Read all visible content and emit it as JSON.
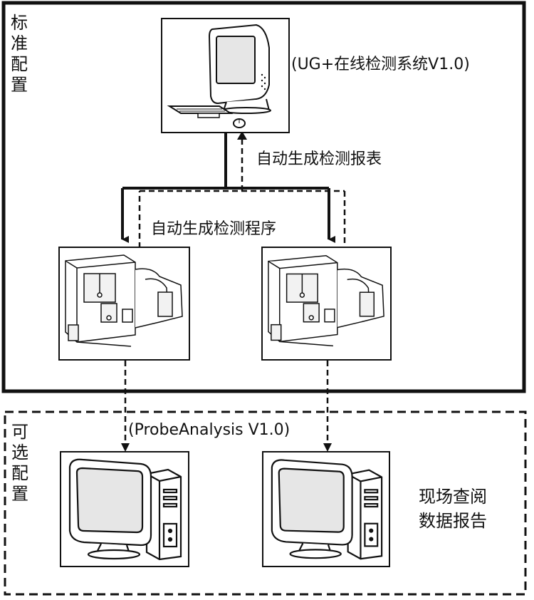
{
  "standard": {
    "label_chars": [
      "标",
      "准",
      "配",
      "置"
    ],
    "software": "(UG+在线检测系统V1.0)",
    "report_flow": "自动生成检测报表",
    "program_flow": "自动生成检测程序"
  },
  "optional": {
    "label_chars": [
      "可",
      "选",
      "配",
      "置"
    ],
    "software": "(ProbeAnalysis V1.0)",
    "onsite_lines": [
      "现场查阅",
      "数据报告"
    ]
  },
  "colors": {
    "line": "#111111",
    "background": "#ffffff",
    "screen": "#e6e6e6"
  },
  "icons": [
    "imac-computer-icon",
    "cnc-machine-icon",
    "desktop-pc-icon"
  ]
}
